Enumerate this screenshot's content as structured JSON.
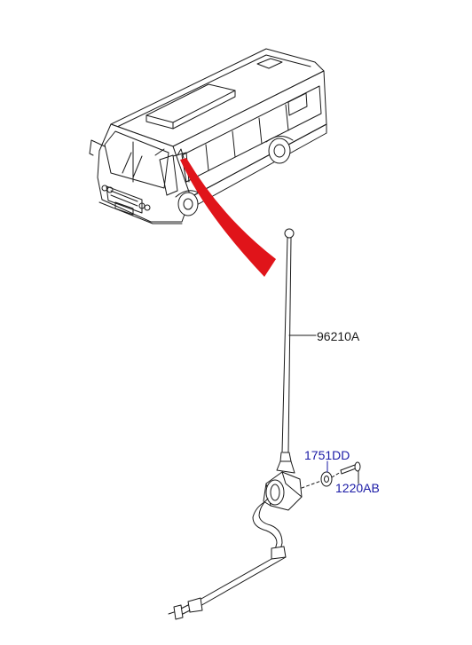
{
  "parts": {
    "antenna_rod": "96210A",
    "washer": "1751DD",
    "screw": "1220AB"
  },
  "colors": {
    "line": "#1a1a1a",
    "callout_link": "#1a1aa6",
    "pointer": "#e0141a"
  }
}
